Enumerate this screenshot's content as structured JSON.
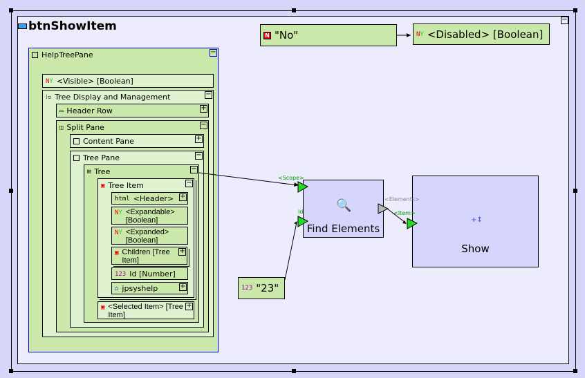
{
  "title": "btnShowItem",
  "panes": {
    "help_tree_pane": "HelpTreePane",
    "visible": "<Visible> [Boolean]",
    "tree_display": "Tree Display and Management",
    "header_row": "Header Row",
    "split_pane": "Split Pane",
    "content_pane": "Content Pane",
    "tree_pane": "Tree Pane",
    "tree": "Tree",
    "tree_item": "Tree Item",
    "header": "<Header>",
    "expandable": "<Expandable> [Boolean]",
    "expanded": "<Expanded> [Boolean]",
    "children": "Children [Tree Item]",
    "id": "Id [Number]",
    "jpsyshelp": "jpsyshelp",
    "selected_item": "<Selected Item> [Tree Item]"
  },
  "constants": {
    "no": "\"No\"",
    "n23": "\"23\""
  },
  "disabled": "<Disabled> [Boolean]",
  "find": {
    "label": "Find Elements",
    "scope": "<Scope>",
    "id": "Id",
    "elements": "<Elements>"
  },
  "show": {
    "label": "Show",
    "item": "<Item>"
  },
  "icons": {
    "ny": "NY",
    "num": "123",
    "html": "html",
    "minus": "−",
    "plus": "+"
  },
  "colors": {
    "green_box": "#cae8aa",
    "light_green": "#dff2d0",
    "node": "#d6d6fc",
    "port": "#22dd22"
  }
}
